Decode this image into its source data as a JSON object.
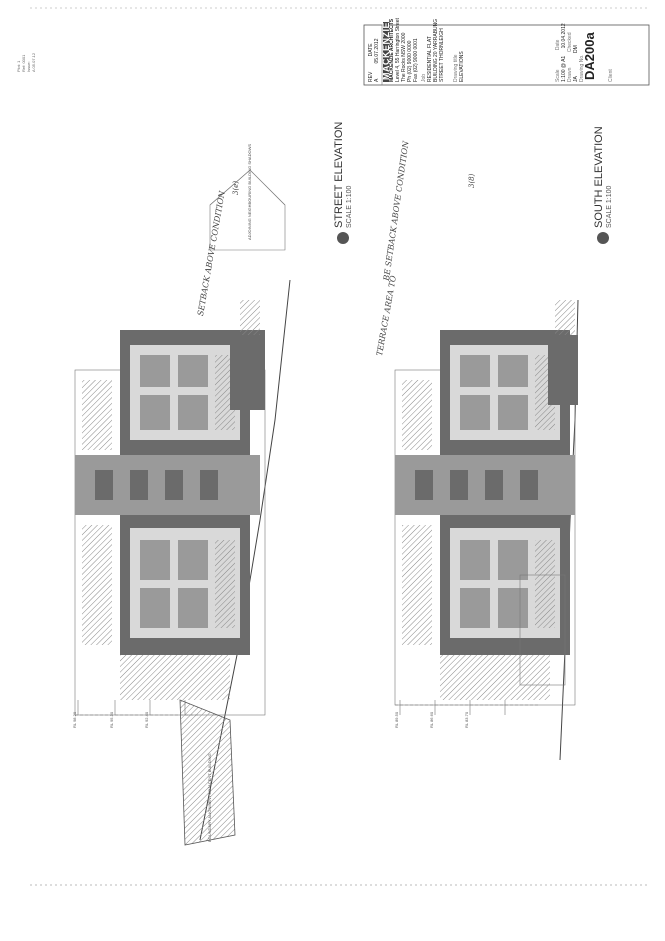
{
  "title_block": {
    "rev_label": "REV",
    "date_label": "DATE",
    "rev_value": "A",
    "date_value": "05.07.2012",
    "logo_text": "MACKENZIE",
    "firm_name": "MACKENZIE ARCHITECTS",
    "firm_lines": [
      "Level 4, 55 Harrington Street",
      "The Rocks NSW 2000",
      "Ph (02) 9000 0000",
      "Fax (02) 9000 0001"
    ],
    "project_label": "Job",
    "project_name": "RESIDENTIAL FLAT",
    "project_address": "BUILDING 20 YARRABUNG",
    "project_street": "STREET THORNLEIGH",
    "drawing_label": "Drawing title",
    "drawing_title": "ELEVATIONS",
    "scale_label": "Scale",
    "scale_value": "1:100 @ A1",
    "date_label2": "Date",
    "date_value2": "10.04.2012",
    "drawn_label": "Drawn",
    "drawn_value": "JA",
    "checked_label": "Checked",
    "checked_value": "DM",
    "drawing_no_label": "Drawing No.",
    "drawing_no": "DA200a",
    "notes_label": "Client"
  },
  "elevations": [
    {
      "title": "STREET ELEVATION",
      "scale": "SCALE 1:100"
    },
    {
      "title": "SOUTH ELEVATION",
      "scale": "SCALE 1:100"
    }
  ],
  "handwritten": {
    "note1": "SETBACK ABOVE CONDITION",
    "note2": "TERRACE AREA TO",
    "note3": "BE SETBACK ABOVE CONDITION",
    "ref1": "3(e)",
    "ref2": "3(8)"
  },
  "labels": {
    "neighbour_top": "ADJOINING NEIGHBOURING BUILDING SHADOWS",
    "neighbour_bottom": "BOUNDARY ALIGNMENT ADJACENT BUILDING",
    "levels": [
      "RL 98.20",
      "RL 95.30",
      "RL 92.40",
      "RL 89.50",
      "RL 86.60",
      "RL 83.70"
    ]
  },
  "corner_stamp": [
    "Plot: 1",
    "Ref: 0001",
    "Issue:",
    "A 05.07.12"
  ]
}
